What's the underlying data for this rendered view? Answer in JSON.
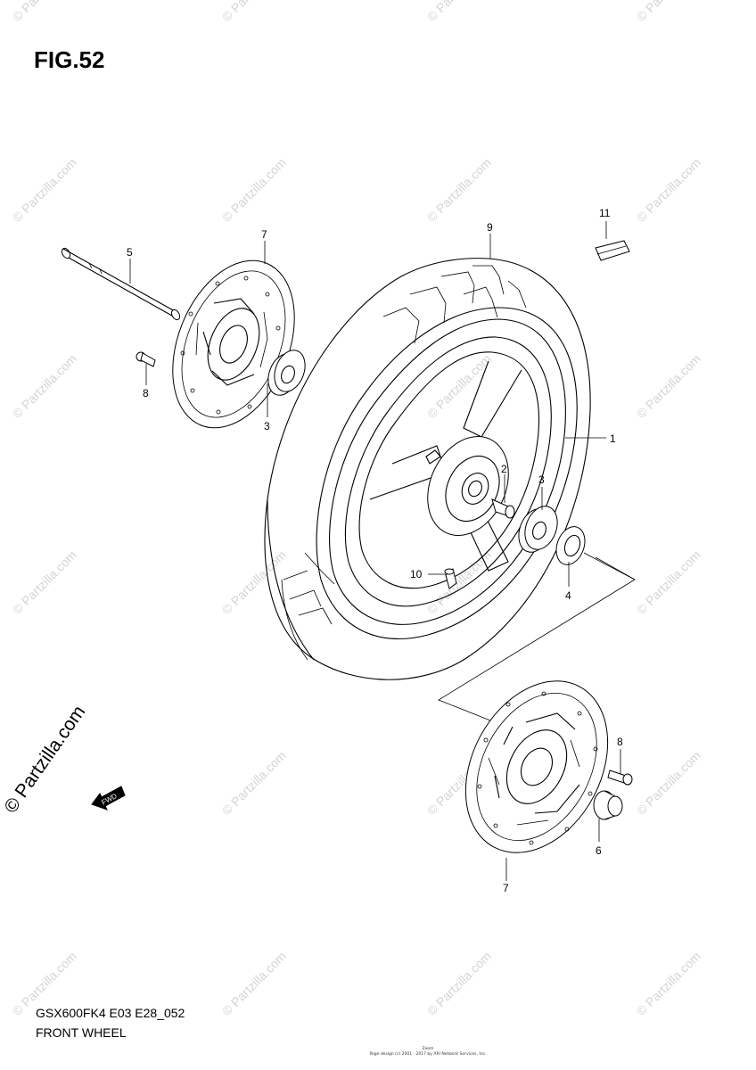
{
  "figure": {
    "title": "FIG.52",
    "model_code": "GSX600FK4 E03 E28_052",
    "section_title": "FRONT WHEEL"
  },
  "watermark": {
    "text": "© Partzilla.com",
    "brand": "© Partzilla.com"
  },
  "fwd_arrow_label": "FWD",
  "copyright": {
    "line1": "Zoom",
    "line2": "Page design (c) 2001 - 2017 by ARI Network Services, Inc."
  },
  "callouts": {
    "c1": "1",
    "c2": "2",
    "c3a": "3",
    "c3b": "3",
    "c4": "4",
    "c5": "5",
    "c6": "6",
    "c7a": "7",
    "c7b": "7",
    "c8a": "8",
    "c8b": "8",
    "c9": "9",
    "c10": "10",
    "c11": "11"
  }
}
